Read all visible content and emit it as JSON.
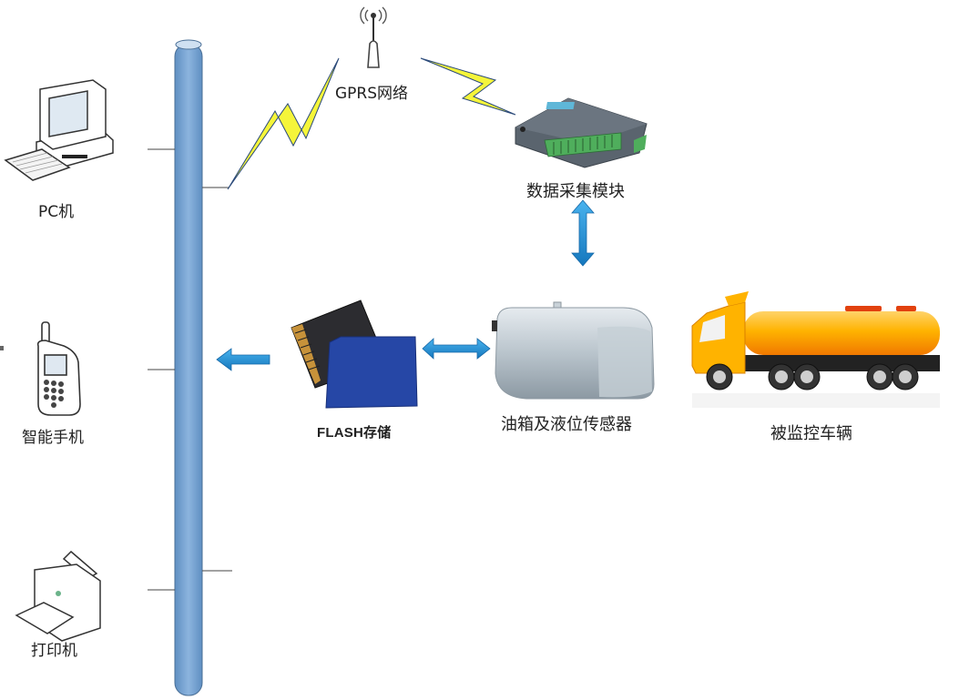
{
  "diagram": {
    "title": "",
    "nodes": {
      "pc": {
        "label": "PC机",
        "icon": "desktop-computer-icon"
      },
      "phone": {
        "label": "智能手机",
        "icon": "mobile-phone-icon"
      },
      "printer": {
        "label": "打印机",
        "icon": "printer-icon"
      },
      "gprs": {
        "label": "GPRS网络",
        "icon": "antenna-icon"
      },
      "daq": {
        "label": "数据采集模块",
        "icon": "data-acquisition-module-icon"
      },
      "flash": {
        "label": "FLASH存储",
        "icon": "sd-card-icon"
      },
      "tank": {
        "label": "油箱及液位传感器",
        "icon": "fuel-tank-icon"
      },
      "vehicle": {
        "label": "被监控车辆",
        "icon": "tanker-truck-icon"
      }
    },
    "bus": {
      "name": "bus-backbone",
      "color": "#7ba7d4"
    },
    "connections": [
      {
        "from": "pc",
        "to": "bus",
        "type": "line"
      },
      {
        "from": "phone",
        "to": "bus",
        "type": "line"
      },
      {
        "from": "printer",
        "to": "bus",
        "type": "line"
      },
      {
        "from": "bus",
        "to": "gprs",
        "type": "wireless"
      },
      {
        "from": "gprs",
        "to": "daq",
        "type": "wireless"
      },
      {
        "from": "daq",
        "to": "tank",
        "type": "bidirectional-arrow"
      },
      {
        "from": "flash",
        "to": "tank",
        "type": "bidirectional-arrow"
      },
      {
        "from": "flash",
        "to": "bus",
        "type": "arrow"
      }
    ],
    "colors": {
      "arrow": "#1e90d6",
      "lightning": "#f5f53a",
      "bus": "#7ba7d4",
      "truck_tank": "#ffa500"
    }
  }
}
